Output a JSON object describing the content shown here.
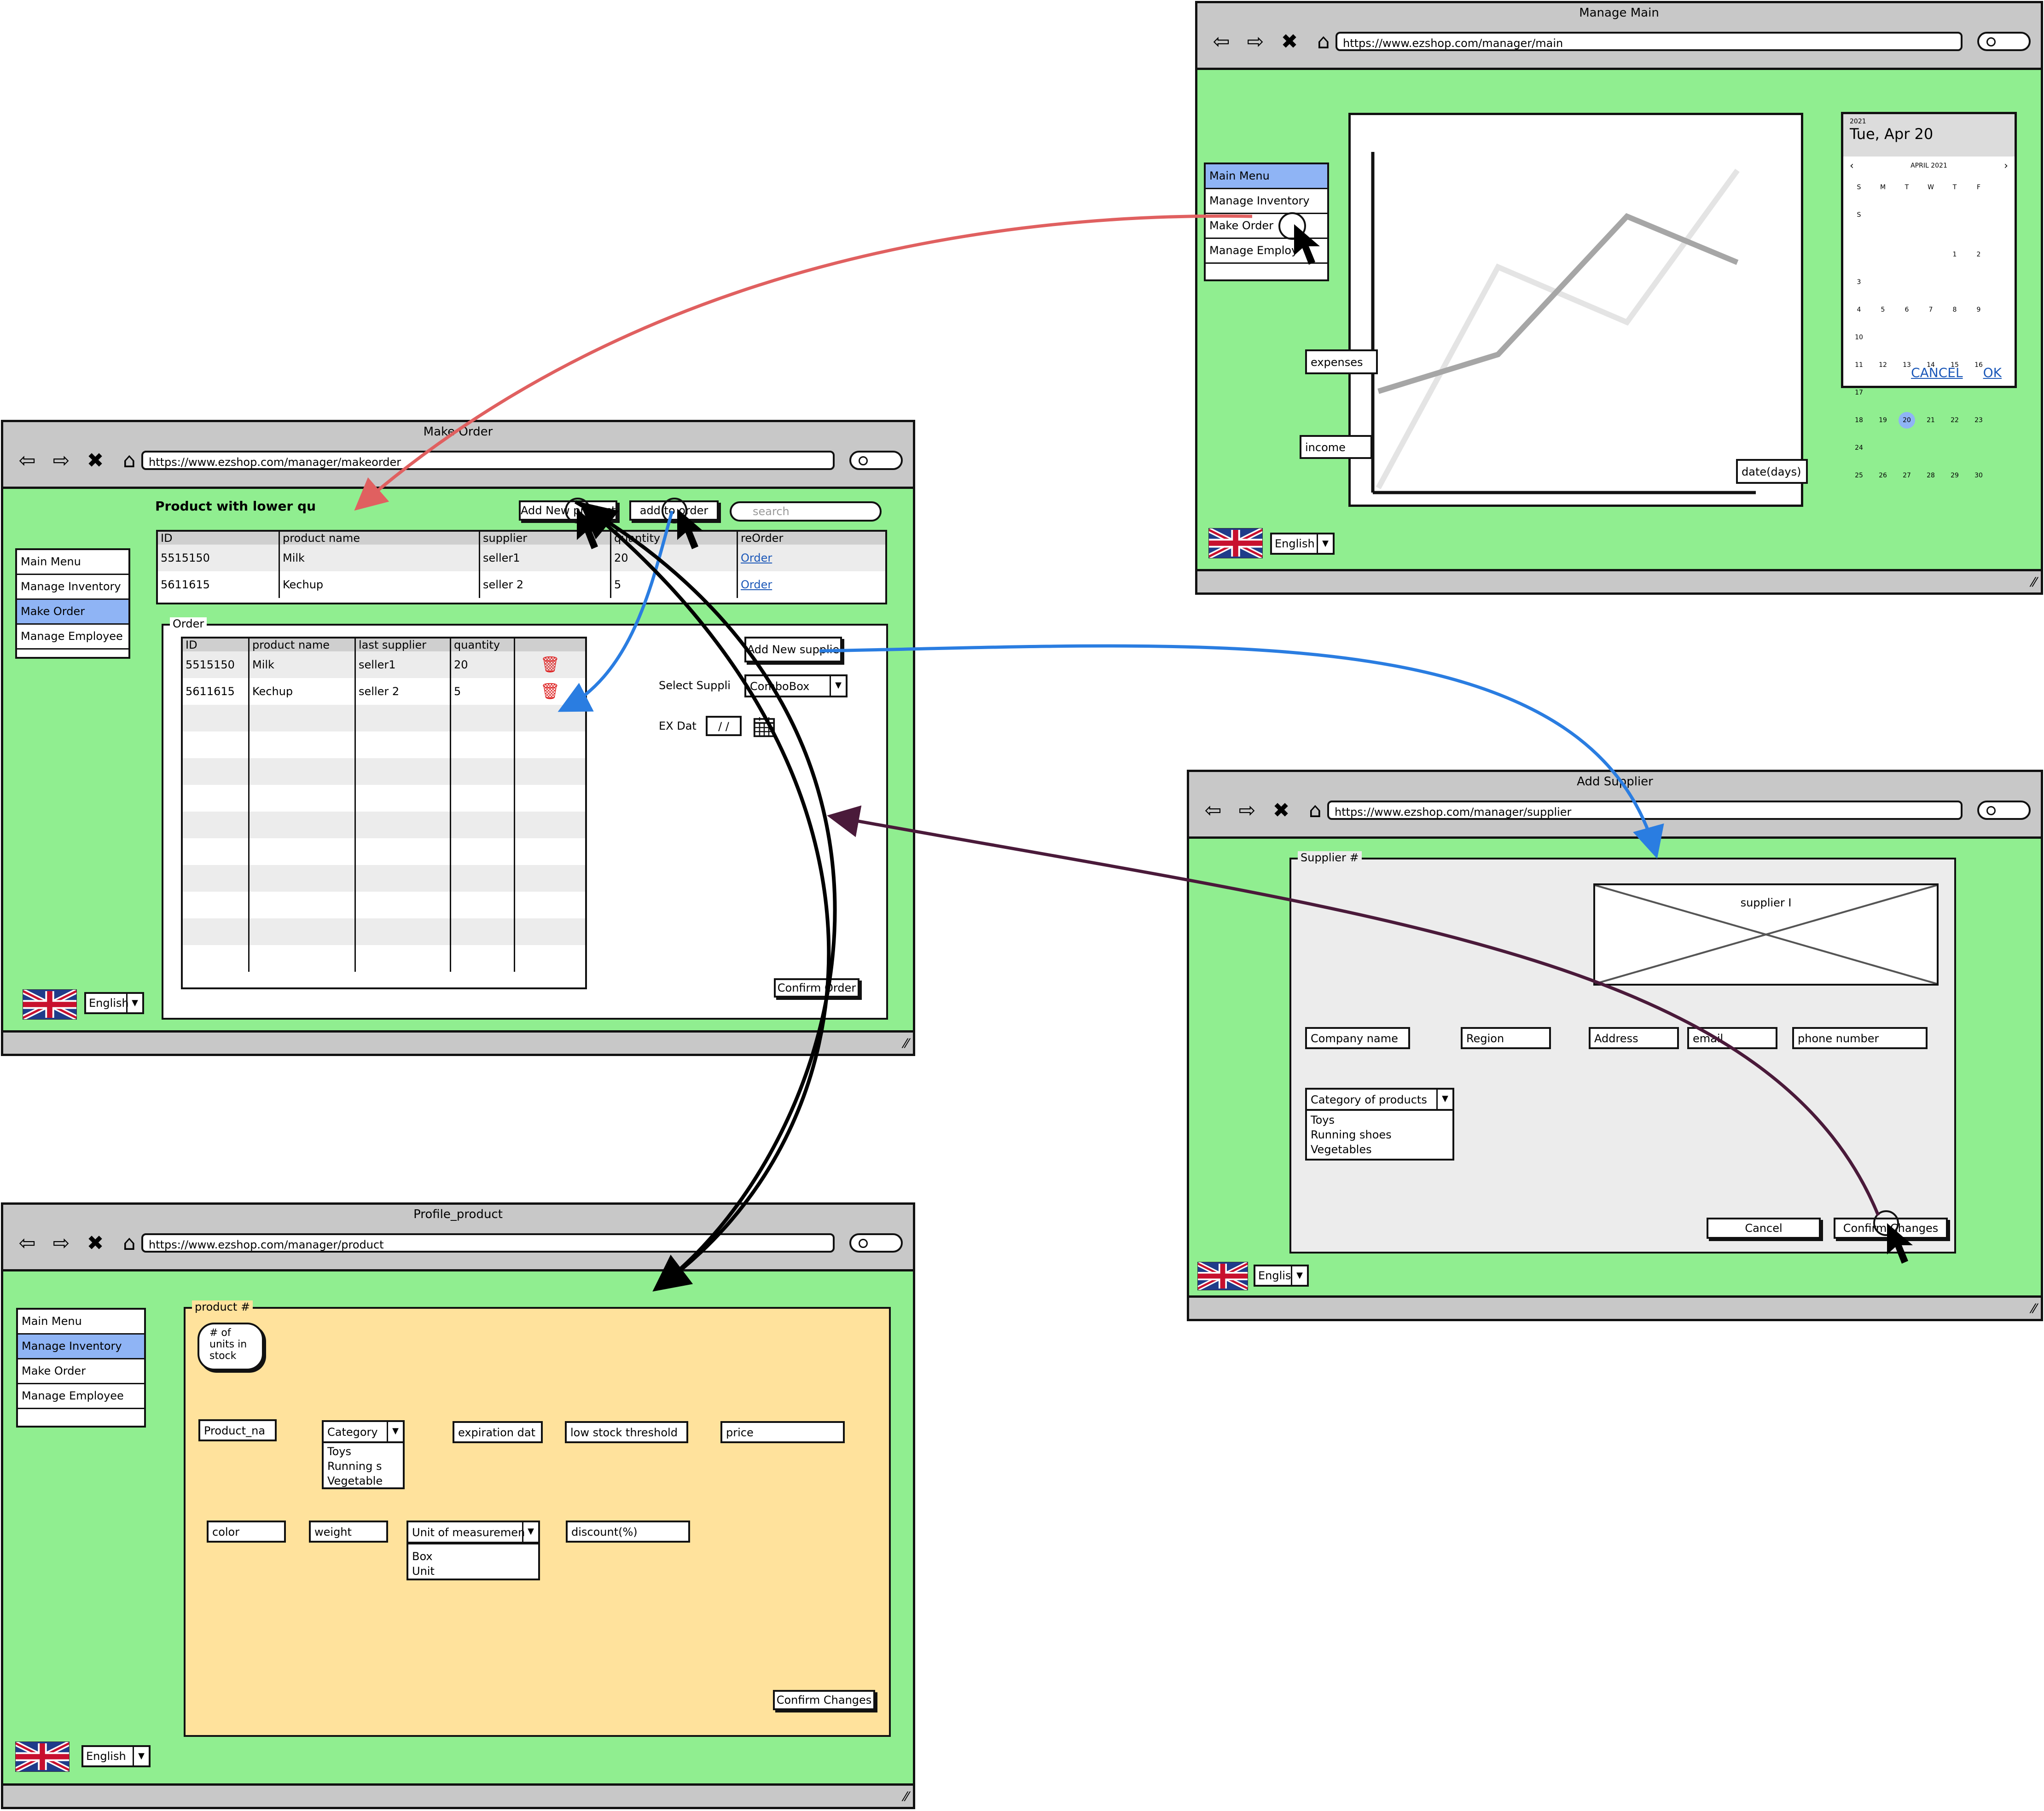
{
  "windows": {
    "manage_main": {
      "title": "Manage Main",
      "url": "https://www.ezshop.com/manager/main",
      "menu": [
        "Main Menu",
        "Manage Inventory",
        "Make Order",
        "Manage Employ"
      ],
      "chart_labels": {
        "expenses": "expenses",
        "income": "income",
        "x_axis": "date(days)"
      },
      "calendar": {
        "year": "2021",
        "date": "Tue, Apr 20",
        "month": "APRIL 2021",
        "weekdays": [
          "S",
          "M",
          "T",
          "W",
          "T",
          "F",
          "S"
        ],
        "days": [
          [
            "",
            "",
            "",
            "",
            "1",
            "2",
            "3"
          ],
          [
            "4",
            "5",
            "6",
            "7",
            "8",
            "9",
            "10"
          ],
          [
            "11",
            "12",
            "13",
            "14",
            "15",
            "16",
            "17"
          ],
          [
            "18",
            "19",
            "20",
            "21",
            "22",
            "23",
            "24"
          ],
          [
            "25",
            "26",
            "27",
            "28",
            "29",
            "30",
            ""
          ]
        ],
        "selected_day": "20",
        "cancel": "CANCEL",
        "ok": "OK"
      },
      "lang": "English"
    },
    "make_order": {
      "title": "Make Order",
      "url": "https://www.ezshop.com/manager/makeorder",
      "heading": "Product with lower qu",
      "add_new_product": "Add New product",
      "add_to_order": "add to order",
      "search_placeholder": "search",
      "top_table": {
        "headers": [
          "ID",
          "product name",
          "supplier",
          "quantity",
          "reOrder"
        ],
        "rows": [
          [
            "5515150",
            "Milk",
            "seller1",
            "20",
            "Order"
          ],
          [
            "5611615",
            "Kechup",
            "seller 2",
            "5",
            "Order"
          ]
        ]
      },
      "menu": [
        "Main Menu",
        "Manage Inventory",
        "Make Order",
        "Manage Employee"
      ],
      "order_legend": "Order",
      "order_table": {
        "headers": [
          "ID",
          "product name",
          "last supplier",
          "quantity",
          ""
        ],
        "rows": [
          [
            "5515150",
            "Milk",
            "seller1",
            "20"
          ],
          [
            "5611615",
            "Kechup",
            "seller 2",
            "5"
          ]
        ]
      },
      "add_new_supplier": "Add New supplie",
      "select_supplier_label": "Select Suppli",
      "combobox": "ComboBox",
      "ex_date_label": "EX Dat",
      "ex_date_value": "/ /",
      "confirm_order": "Confirm Order",
      "lang": "English"
    },
    "add_supplier": {
      "title": "Add Supplier",
      "url": "https://www.ezshop.com/manager/supplier",
      "legend": "Supplier #",
      "image_label": "supplier I",
      "fields": [
        "Company name",
        "Region",
        "Address",
        "email",
        "phone number"
      ],
      "category_label": "Category of products",
      "category_options": [
        "Toys",
        "Running shoes",
        "Vegetables"
      ],
      "cancel": "Cancel",
      "confirm": "Confirm Changes",
      "lang": "Englis"
    },
    "profile_product": {
      "title": "Profile_product",
      "url": "https://www.ezshop.com/manager/product",
      "menu": [
        "Main Menu",
        "Manage Inventory",
        "Make Order",
        "Manage Employee"
      ],
      "legend": "product #",
      "stock_bubble": "# of units in stock",
      "fields_row1": {
        "product_name": "Product_na",
        "category": "Category",
        "expiration": "expiration dat",
        "low_stock": "low stock threshold",
        "price": "price"
      },
      "category_options": [
        "Toys",
        "Running s",
        "Vegetable"
      ],
      "fields_row2": {
        "color": "color",
        "weight": "weight",
        "uom": "Unit of measuremen",
        "discount": "discount(%)"
      },
      "uom_options": [
        "Box",
        "Unit"
      ],
      "confirm": "Confirm Changes",
      "lang": "English"
    }
  },
  "colors": {
    "window_bg": "#90ee90",
    "titlebar": "#c8c8c8",
    "selected": "#8fb4f5",
    "product_panel": "#ffe29c",
    "arrow_red": "#e06060",
    "arrow_blue": "#2a7de1",
    "arrow_dark": "#4a1a3a",
    "arrow_black": "#000000"
  }
}
